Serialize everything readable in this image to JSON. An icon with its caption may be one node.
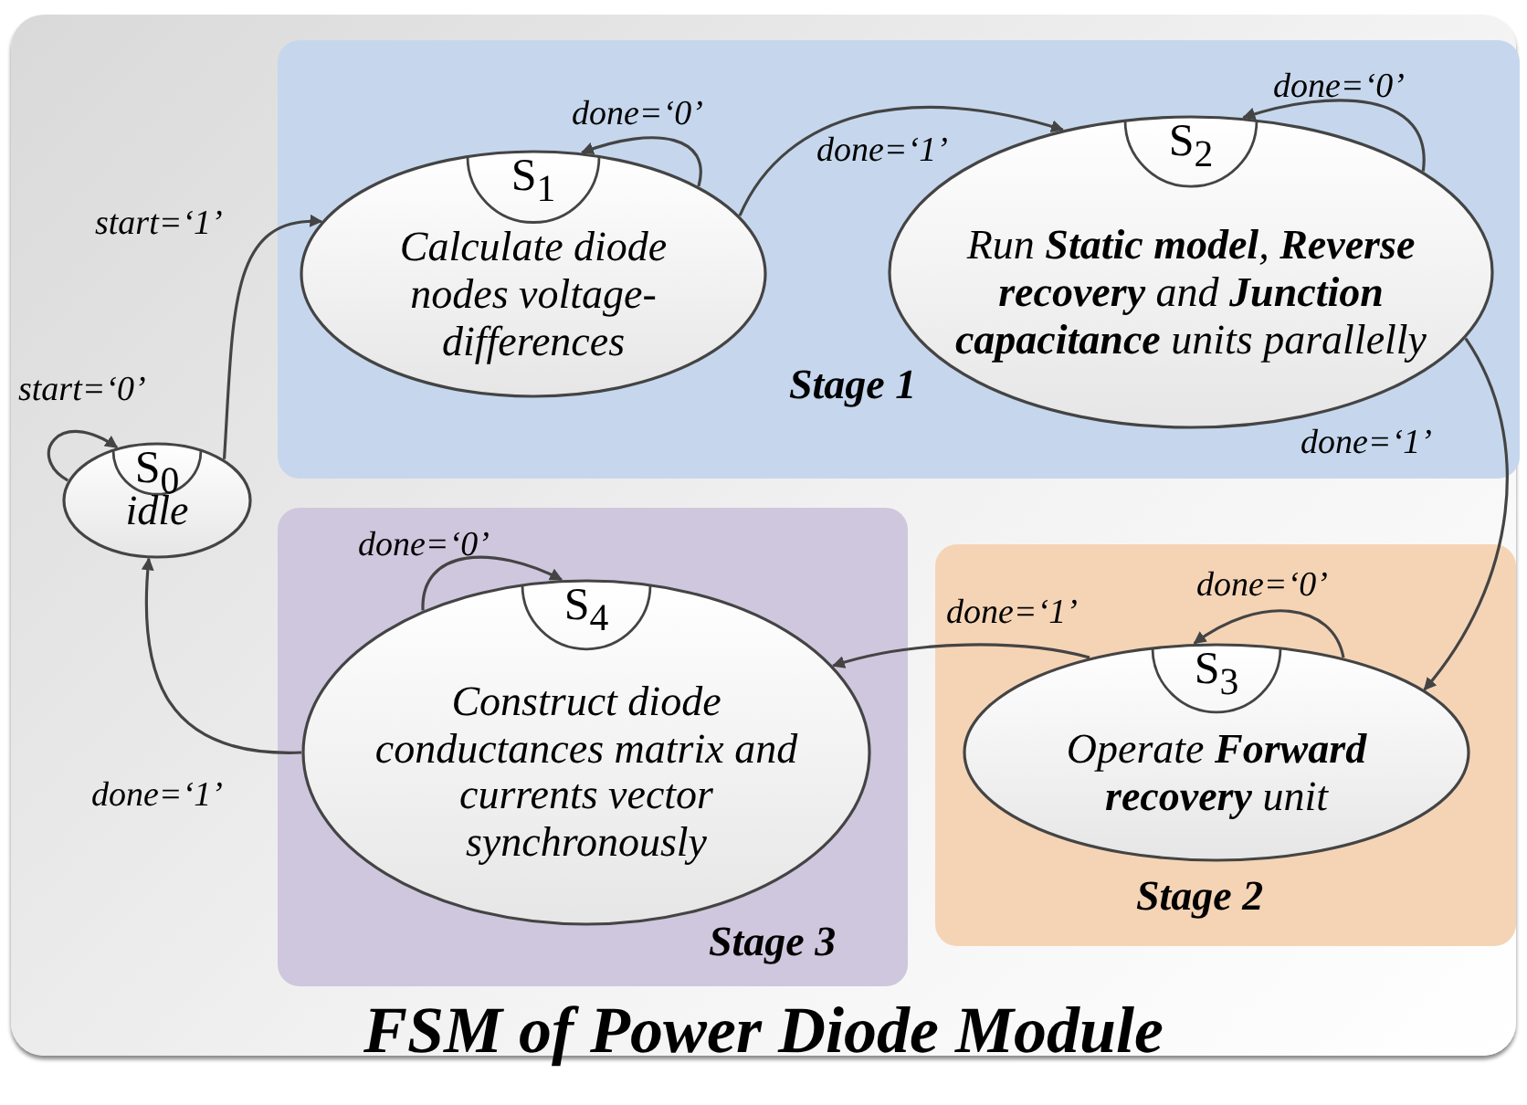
{
  "diagram": {
    "title": "FSM of Power Diode Module",
    "nodes": [
      {
        "text": [
          "Stage 1"
        ]
      },
      {
        "text": [
          "S$_{1}$",
          "Calculate diode nodes voltage-differences"
        ],
        "in": 0
      },
      {
        "text": [
          "S$_{2}$",
          "Run **Static model**, **Reverse recovery** and **Junction capacitance** units parallelly"
        ],
        "in": 0
      },
      {
        "text": [
          "S$_{0}$",
          "idle"
        ]
      },
      {
        "text": [
          "Stage 3"
        ]
      },
      {
        "text": [
          "S$_{4}$",
          "Construct diode conductances matrix and currents vector synchronously"
        ],
        "in": 4
      },
      {
        "text": [
          "Stage 2"
        ]
      },
      {
        "text": [
          "S$_{3}$",
          "Operate **Forward recovery** unit"
        ],
        "in": 6
      }
    ],
    "edges": [
      {
        "from": 3,
        "to": 3,
        "arrow": "to",
        "label": "start=‘0’"
      },
      {
        "from": 3,
        "to": 1,
        "arrow": "to",
        "label": "start=‘1’"
      },
      {
        "from": 1,
        "to": 1,
        "arrow": "to",
        "label": "done=‘0’"
      },
      {
        "from": 1,
        "to": 2,
        "arrow": "to",
        "label": "done=‘1’"
      },
      {
        "from": 2,
        "to": 2,
        "arrow": "to",
        "label": "done=‘0’"
      },
      {
        "from": 2,
        "to": 7,
        "arrow": "to",
        "label": "done=‘1’"
      },
      {
        "from": 7,
        "to": 7,
        "arrow": "to",
        "label": "done=‘0’"
      },
      {
        "from": 7,
        "to": 5,
        "arrow": "to",
        "label": "done=‘1’"
      },
      {
        "from": 5,
        "to": 5,
        "arrow": "to",
        "label": "done=‘0’"
      },
      {
        "from": 5,
        "to": 3,
        "arrow": "to",
        "label": "done=‘1’"
      }
    ]
  }
}
